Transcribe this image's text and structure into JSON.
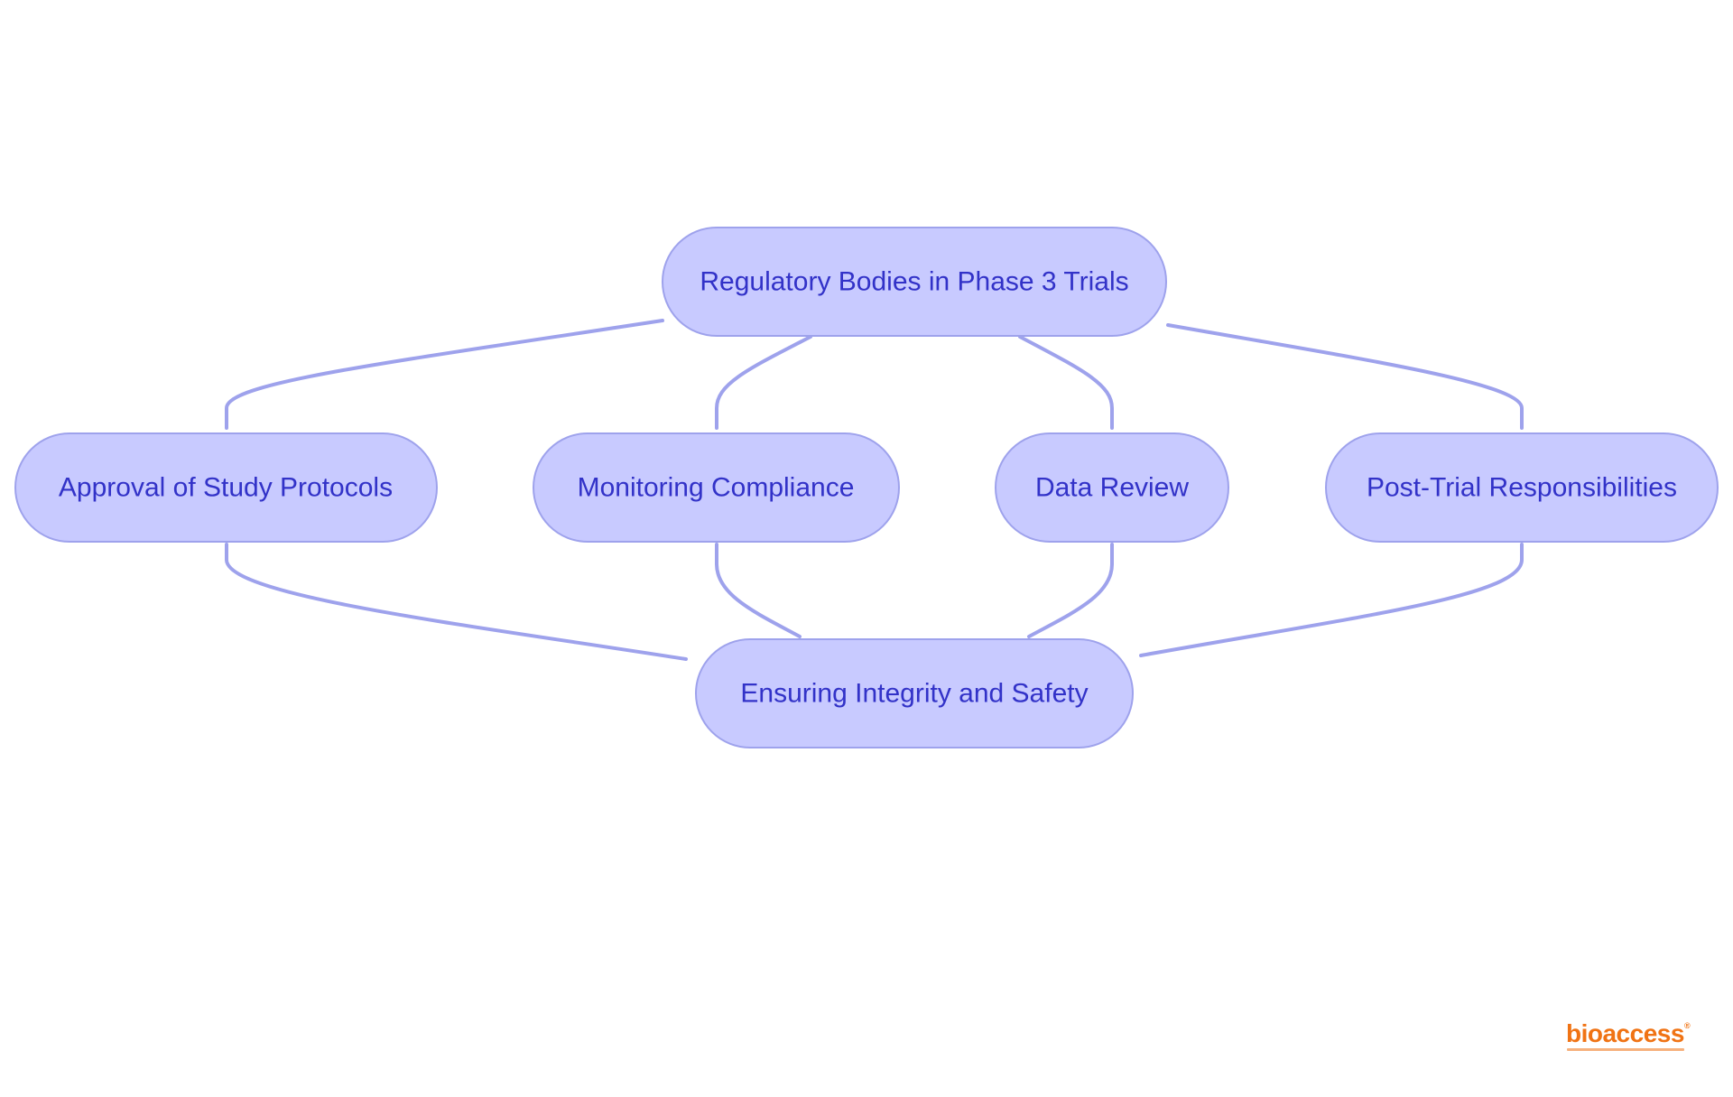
{
  "colors": {
    "node_fill": "#c8caff",
    "node_stroke": "#9ea2ec",
    "node_text": "#3232c8",
    "edge": "#9ea2ec",
    "brand": "#f07314"
  },
  "diagram": {
    "nodes": {
      "root": {
        "label": "Regulatory Bodies in Phase 3 Trials"
      },
      "approval": {
        "label": "Approval of Study Protocols"
      },
      "monitoring": {
        "label": "Monitoring Compliance"
      },
      "data_review": {
        "label": "Data Review"
      },
      "post_trial": {
        "label": "Post-Trial Responsibilities"
      },
      "integrity": {
        "label": "Ensuring Integrity and Safety"
      }
    },
    "edges": [
      {
        "from": "root",
        "to": "approval"
      },
      {
        "from": "root",
        "to": "monitoring"
      },
      {
        "from": "root",
        "to": "data_review"
      },
      {
        "from": "root",
        "to": "post_trial"
      },
      {
        "from": "approval",
        "to": "integrity"
      },
      {
        "from": "monitoring",
        "to": "integrity"
      },
      {
        "from": "data_review",
        "to": "integrity"
      },
      {
        "from": "post_trial",
        "to": "integrity"
      }
    ]
  },
  "logo": {
    "name": "bioaccess",
    "mark": "®"
  }
}
